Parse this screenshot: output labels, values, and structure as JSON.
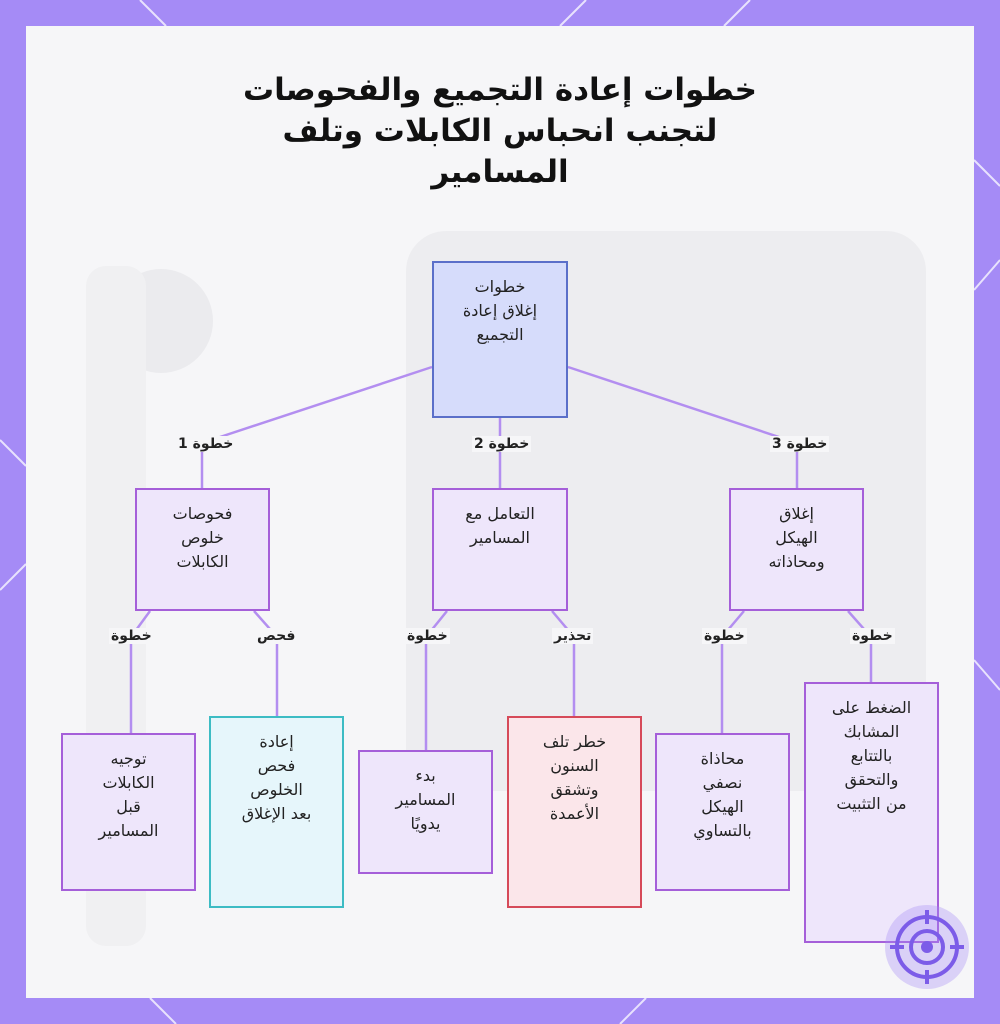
{
  "diagram": {
    "title_lines": [
      "خطوات إعادة التجميع والفحوصات",
      "لتجنب انحباس الكابلات وتلف",
      "المسامير"
    ],
    "root": {
      "lines": [
        "خطوات",
        "إغلاق إعادة",
        "التجميع"
      ]
    },
    "steps": [
      {
        "edge_label": "خطوة 1",
        "lines": [
          "فحوصات",
          "خلوص",
          "الكابلات"
        ]
      },
      {
        "edge_label": "خطوة 2",
        "lines": [
          "التعامل مع",
          "المسامير"
        ]
      },
      {
        "edge_label": "خطوة 3",
        "lines": [
          "إغلاق",
          "الهيكل",
          "ومحاذاته"
        ]
      }
    ],
    "leaves": [
      {
        "edge_label": "خطوة",
        "lines": [
          "توجيه",
          "الكابلات",
          "قبل",
          "المسامير"
        ]
      },
      {
        "edge_label": "فحص",
        "lines": [
          "إعادة",
          "فحص",
          "الخلوص",
          "بعد الإغلاق"
        ]
      },
      {
        "edge_label": "خطوة",
        "lines": [
          "بدء",
          "المسامير",
          "يدويًا"
        ]
      },
      {
        "edge_label": "تحذير",
        "lines": [
          "خطر تلف",
          "السنون",
          "وتشقق",
          "الأعمدة"
        ]
      },
      {
        "edge_label": "خطوة",
        "lines": [
          "محاذاة",
          "نصفي",
          "الهيكل",
          "بالتساوي"
        ]
      },
      {
        "edge_label": "خطوة",
        "lines": [
          "الضغط على",
          "المشابك",
          "بالتتابع",
          "والتحقق",
          "من التثبيت"
        ]
      }
    ]
  },
  "colors": {
    "frame": "#a58bf6",
    "root_fill": "#d6dcfb",
    "node_fill": "#eee6fb",
    "node_border": "#a55fd9",
    "check_fill": "#e6f6fb",
    "check_border": "#3dbcc4",
    "warning_fill": "#fbe6ea",
    "warning_border": "#d64a59",
    "edge": "#b38ef0"
  }
}
